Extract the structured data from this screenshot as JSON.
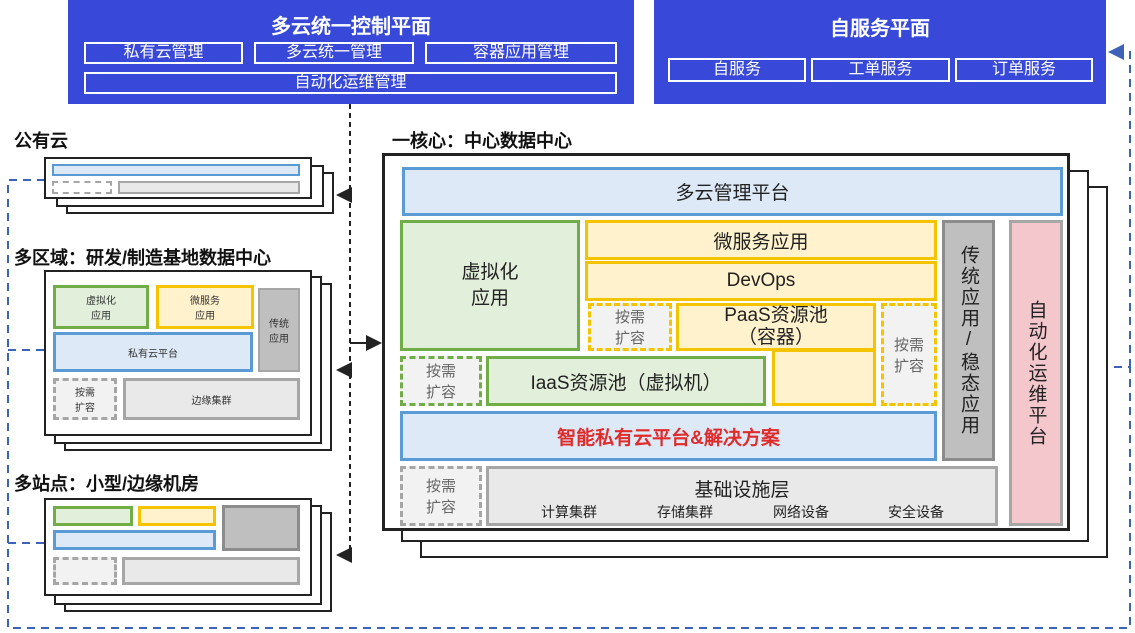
{
  "control_plane": {
    "title": "多云统一控制平面",
    "items": [
      "私有云管理",
      "多云统一管理",
      "容器应用管理",
      "自动化运维管理"
    ]
  },
  "self_service_plane": {
    "title": "自服务平面",
    "items": [
      "自服务",
      "工单服务",
      "订单服务"
    ]
  },
  "public_cloud": {
    "label": "公有云"
  },
  "multi_region": {
    "label": "多区域：研发/制造基地数据中心",
    "virtualization": "虚拟化\n应用",
    "microservice": "微服务\n应用",
    "traditional": "传统\n应用",
    "private_cloud": "私有云平台",
    "scale": "按需\n扩容",
    "edge_cluster": "边缘集群"
  },
  "multi_site": {
    "label": "多站点：小型/边缘机房"
  },
  "core": {
    "label": "一核心：中心数据中心",
    "multicloud_platform": "多云管理平台",
    "virtualization": "虚拟化\n应用",
    "microservice": "微服务应用",
    "devops": "DevOps",
    "scale_left": "按需\n扩容",
    "paas": "PaaS资源池\n（容器）",
    "scale_right": "按需\n扩容",
    "scale_iaas": "按需\n扩容",
    "iaas": "IaaS资源池（虚拟机）",
    "smart_cloud": "智能私有云平台&解决方案",
    "scale_infra": "按需\n扩容",
    "infra": {
      "title": "基础设施层",
      "items": [
        "计算集群",
        "存储集群",
        "网络设备",
        "安全设备"
      ]
    },
    "traditional": "传统应用/稳态应用",
    "aiops": "自动化运维平台"
  },
  "colors": {
    "panel_blue": "#3848d8",
    "highlight_red": "#e02b2b",
    "green": "#70ad47",
    "yellow": "#f5c400",
    "blue": "#5b9bd5",
    "grey": "#a6a6a6",
    "pink": "#f4c7cc",
    "dashed_blue": "#3d63b8"
  }
}
